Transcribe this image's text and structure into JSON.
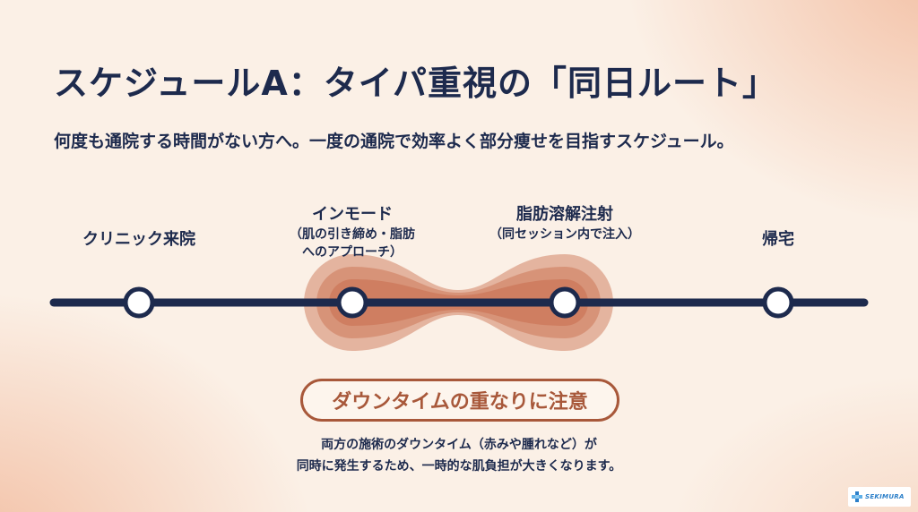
{
  "slide": {
    "title": "スケジュールA：タイパ重視の「同日ルート」",
    "subtitle": "何度も通院する時間がない方へ。一度の通院で効率よく部分痩せを目指すスケジュール。"
  },
  "timeline": {
    "stages": [
      {
        "name": "クリニック来院",
        "sub": []
      },
      {
        "name": "インモード",
        "sub": [
          "（肌の引き締め・脂肪",
          "へのアプローチ）"
        ]
      },
      {
        "name": "脂肪溶解注射",
        "sub": [
          "（同セッション内で注入）"
        ]
      },
      {
        "name": "帰宅",
        "sub": []
      }
    ],
    "overlap_between": [
      1,
      2
    ]
  },
  "warning": {
    "badge": "ダウンタイムの重なりに注意",
    "lines": [
      "両方の施術のダウンタイム（赤みや腫れなど）が",
      "同時に発生するため、一時的な肌負担が大きくなります。"
    ]
  },
  "logo": {
    "text": "SEKIMURA"
  },
  "colors": {
    "navy": "#1d2a4d",
    "accent": "#a8583a",
    "overlap": "#c86a4a",
    "background": "#fbf0e6"
  }
}
